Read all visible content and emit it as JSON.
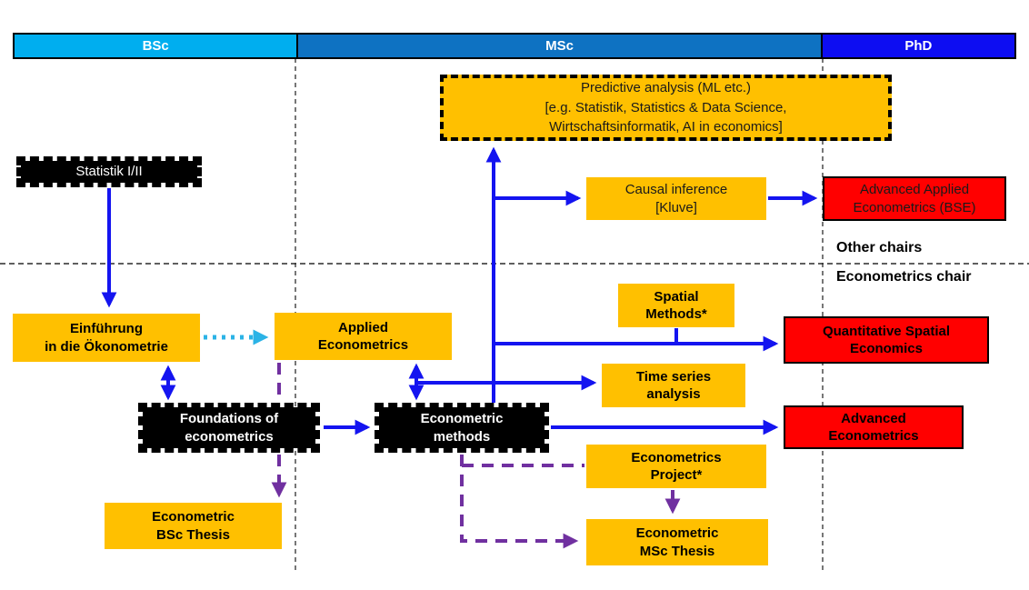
{
  "header": {
    "bsc": "BSc",
    "msc": "MSc",
    "phd": "PhD"
  },
  "dividers": {
    "other_chairs": "Other chairs",
    "econometrics_chair": "Econometrics chair"
  },
  "boxes": {
    "statistik": "Statistik I/II",
    "predictive": "Predictive analysis (ML etc.)\n[e.g. Statistik, Statistics & Data Science,\nWirtschaftsinformatik, AI in economics]",
    "causal_inference": "Causal inference\n[Kluve]",
    "advanced_applied": "Advanced Applied\nEconometrics (BSE)",
    "einfuehrung": "Einführung\nin die Ökonometrie",
    "applied_econometrics": "Applied\nEconometrics",
    "spatial_methods": "Spatial\nMethods*",
    "quantitative_spatial": "Quantitative Spatial\nEconomics",
    "time_series": "Time series\nanalysis",
    "foundations": "Foundations of\neconometrics",
    "econometric_methods": "Econometric\nmethods",
    "advanced_econometrics": "Advanced\nEconometrics",
    "econometrics_project": "Econometrics\nProject*",
    "bsc_thesis": "Econometric\nBSc Thesis",
    "msc_thesis": "Econometric\nMSc Thesis"
  },
  "colors": {
    "bsc_blue": "#00AEEF",
    "msc_blue": "#0E72C2",
    "phd_blue": "#0D0DF2",
    "course_orange": "#FFC000",
    "course_red": "#FF0000",
    "course_black": "#000000",
    "arrow_blue": "#1414F0",
    "arrow_cyan": "#2BB3E6",
    "arrow_purple": "#7030A0"
  }
}
